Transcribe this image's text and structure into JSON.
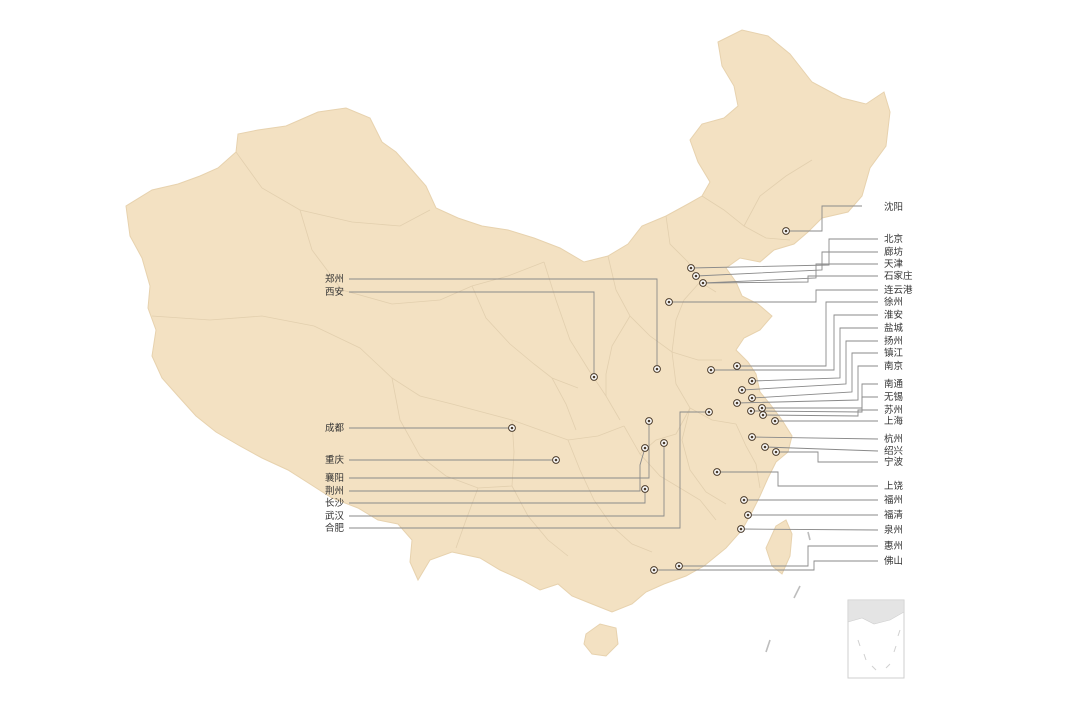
{
  "map": {
    "colors": {
      "land": "#f3e1c2",
      "province_border": "#e2cfae",
      "leader_line": "#8a8a8a",
      "marker": "#4a3b2b",
      "label": "#333333",
      "inset_land": "#e4e4e4"
    },
    "cities_left": [
      {
        "name": "郑州"
      },
      {
        "name": "西安"
      },
      {
        "name": "成都"
      },
      {
        "name": "重庆"
      },
      {
        "name": "襄阳"
      },
      {
        "name": "荆州"
      },
      {
        "name": "长沙"
      },
      {
        "name": "武汉"
      },
      {
        "name": "合肥"
      }
    ],
    "cities_right": [
      {
        "name": "沈阳"
      },
      {
        "name": "北京"
      },
      {
        "name": "廊坊"
      },
      {
        "name": "天津"
      },
      {
        "name": "石家庄"
      },
      {
        "name": "连云港"
      },
      {
        "name": "徐州"
      },
      {
        "name": "淮安"
      },
      {
        "name": "盐城"
      },
      {
        "name": "扬州"
      },
      {
        "name": "镇江"
      },
      {
        "name": "南京"
      },
      {
        "name": "南通"
      },
      {
        "name": "无锡"
      },
      {
        "name": "苏州"
      },
      {
        "name": "上海"
      },
      {
        "name": "杭州"
      },
      {
        "name": "绍兴"
      },
      {
        "name": "宁波"
      },
      {
        "name": "上饶"
      },
      {
        "name": "福州"
      },
      {
        "name": "福清"
      },
      {
        "name": "泉州"
      },
      {
        "name": "惠州"
      },
      {
        "name": "佛山"
      }
    ]
  }
}
